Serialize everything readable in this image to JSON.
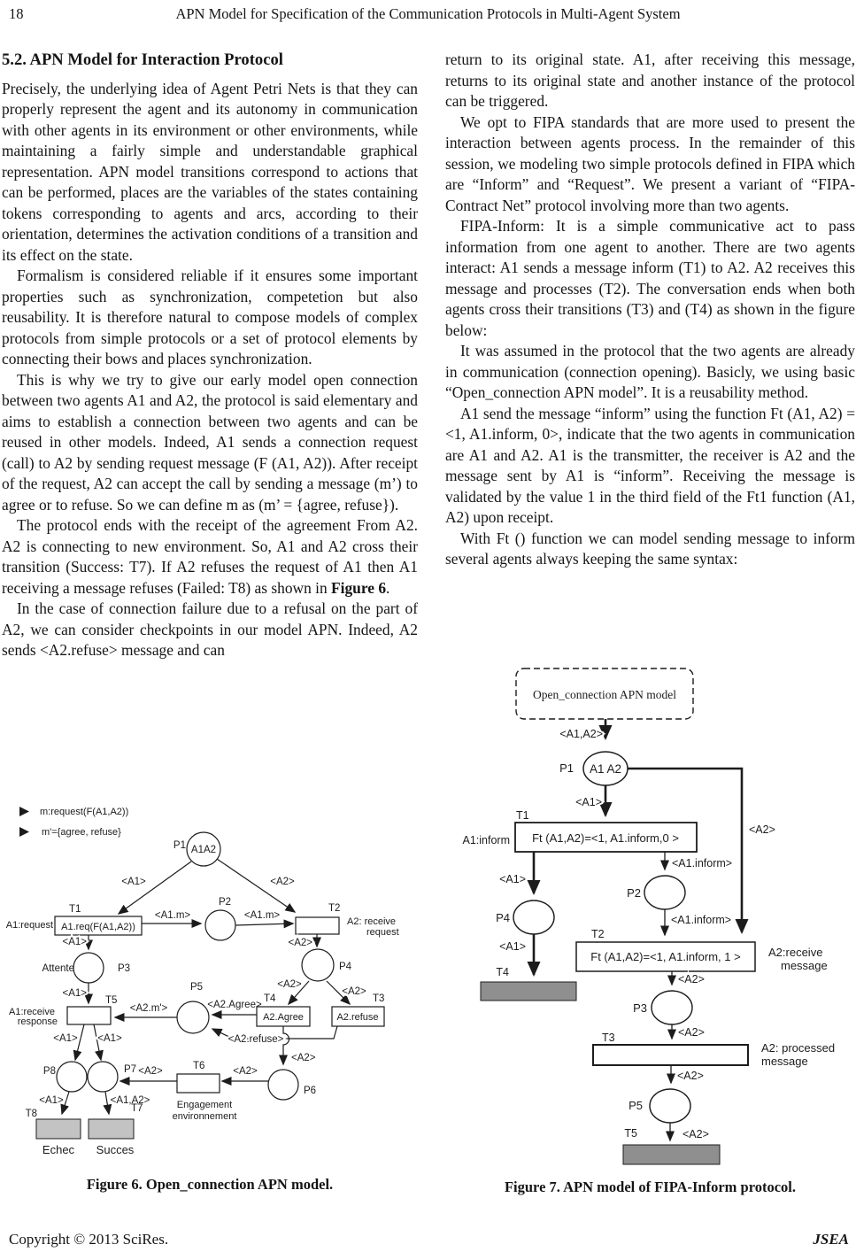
{
  "header": {
    "page_number": "18",
    "running_title": "APN Model for Specification of the Communication Protocols in Multi-Agent System"
  },
  "left_column": {
    "heading": "5.2. APN Model for Interaction Protocol",
    "paragraphs": {
      "p1": "Precisely, the underlying idea of Agent Petri Nets is that they can properly represent the agent and its autonomy in communication with other agents in its environment or other environments, while maintaining a fairly simple and understandable graphical representation. APN model transitions correspond to actions that can be performed, places are the variables of the states containing tokens corresponding to agents and arcs, according to their orientation, determines the activation conditions of a transition and its effect on the state.",
      "p2": "Formalism is considered reliable if it ensures some important properties such as synchronization, competetion but also reusability. It is therefore natural to compose models of complex protocols from simple protocols or a set of protocol elements by connecting their bows and places synchronization.",
      "p3": "This is why we try to give our early model open connection between two agents A1 and A2, the protocol is said elementary and aims to establish a connection between two agents and can be reused in other models. Indeed, A1 sends a connection request (call) to A2 by sending request message (F (A1, A2)). After receipt of the request, A2 can accept the call by sending a message (m’) to agree or to refuse. So we can define m as (m’ = {agree, refuse}).",
      "p4": {
        "pre": "The protocol ends with the receipt of the agreement From A2. A2 is connecting to new environment. So, A1 and A2 cross their transition (Success: T7). If A2 refuses the request of A1 then A1 receiving a message refuses (Failed: T8) as shown in ",
        "bold": "Figure 6",
        "post": "."
      },
      "p5": "In the case of connection failure due to a refusal on the part of A2, we can consider checkpoints in our model APN. Indeed, A2 sends <A2.refuse> message and can"
    }
  },
  "right_column": {
    "paragraphs": {
      "p1": "return to its original state. A1, after receiving this message, returns to its original state and another instance of the protocol can be triggered.",
      "p2": "We opt to FIPA standards that are more used to present the interaction between agents process. In the remainder of this session, we modeling two simple protocols defined in FIPA which are “Inform” and “Request”. We present a variant of “FIPA-Contract Net” protocol involving more than two agents.",
      "p3": "FIPA-Inform: It is a simple communicative act to pass information from one agent to another. There are two agents interact: A1 sends a message inform (T1) to A2. A2 receives this message and processes (T2). The conversation ends when both agents cross their transitions (T3) and (T4) as shown in the figure below:",
      "p4": "It was assumed in the protocol that the two agents are already in communication (connection opening). Basicly, we using basic “Open_connection APN model”. It is a reusability method.",
      "p5": "A1 send the message “inform” using the function Ft (A1, A2) = <1, A1.inform, 0>, indicate that the two agents in communication are A1 and A2. A1 is the transmitter, the receiver is A2 and the message sent by A1 is “inform”. Receiving the message is validated by the value 1 in the third field of the Ft1 function (A1, A2) upon receipt.",
      "p6": "With Ft () function we can model sending message to inform several agents always keeping the same syntax:"
    }
  },
  "figure6": {
    "caption": "Figure 6. Open_connection APN model.",
    "legend": {
      "item1": "m:request(F(A1,A2))",
      "item2": "m'={agree, refuse}"
    },
    "places": {
      "p1": "P1",
      "p1_tokens": "A1A2",
      "p2": "P2",
      "p3": "P3",
      "p3_name": "Attente",
      "p4": "P4",
      "p5": "P5",
      "p6": "P6",
      "p7": "P7",
      "p8": "P8"
    },
    "transitions": {
      "t1": "T1",
      "t1_expr": "A1.req(F(A1,A2))",
      "t1_name": "A1:request",
      "t2": "T2",
      "t2_name1": "A2: receive",
      "t2_name2": "request",
      "t3": "T3",
      "t3_expr": "A2.refuse",
      "t4": "T4",
      "t4_expr": "A2.Agree",
      "t5": "T5",
      "t5_name1": "A1:receive",
      "t5_name2": "response",
      "t6": "T6",
      "t6_name1": "Engagement",
      "t6_name2": "environnement",
      "t7": "T7",
      "t7_name": "Succes",
      "t8": "T8",
      "t8_name": "Echec"
    },
    "arcs": {
      "p1_t1": "<A1>",
      "p1_t2": "<A2>",
      "t1_p2": "<A1.m>",
      "p2_t2": "<A1.m>",
      "t1_p3": "<A1>",
      "t2_p4": "<A2>",
      "p3_t5": "<A1>",
      "p5_t5": "<A2.m'>",
      "t4_p5": "<A2.Agree>",
      "p4_t4": "<A2>",
      "p4_t3": "<A2>",
      "t3_p5": "<A2.refuse>",
      "t4_p6": "<A2>",
      "p6_t6": "<A2>",
      "t6_p7": "<A2>",
      "t5_p8": "<A1>",
      "t5_p7": "<A1>",
      "p8_t8": "<A1>",
      "p7_t7": "<A1,A2>"
    }
  },
  "figure7": {
    "caption": "Figure 7. APN model of FIPA-Inform protocol.",
    "subnet_box": "Open_connection APN model",
    "places": {
      "p1": "P1",
      "p1_tokens": "A1 A2",
      "p2": "P2",
      "p3": "P3",
      "p4": "P4",
      "p5": "P5"
    },
    "transitions": {
      "t1": "T1",
      "t1_expr": "Ft (A1,A2)=<1, A1.inform,0 >",
      "t1_name": "A1:inform",
      "t2": "T2",
      "t2_expr": "Ft (A1,A2)=<1, A1.inform, 1 >",
      "t2_name1": "A2:receive",
      "t2_name2": "message",
      "t3": "T3",
      "t3_name1": "A2: processed",
      "t3_name2": "message",
      "t4": "T4",
      "t5": "T5"
    },
    "arcs": {
      "box_p1": "<A1,A2>",
      "p1_t1": "<A1>",
      "p1_t2": "<A2>",
      "t1_p4": "<A1>",
      "p4_t4": "<A1>",
      "t1_p2": "<A1.inform>",
      "p2_t2": "<A1.inform>",
      "t2_p3": "<A2>",
      "p3_t3": "<A2>",
      "t3_p5": "<A2>",
      "p5_t5": "<A2>"
    }
  },
  "footer": {
    "copyright": "Copyright © 2013 SciRes.",
    "journal": "JSEA"
  }
}
